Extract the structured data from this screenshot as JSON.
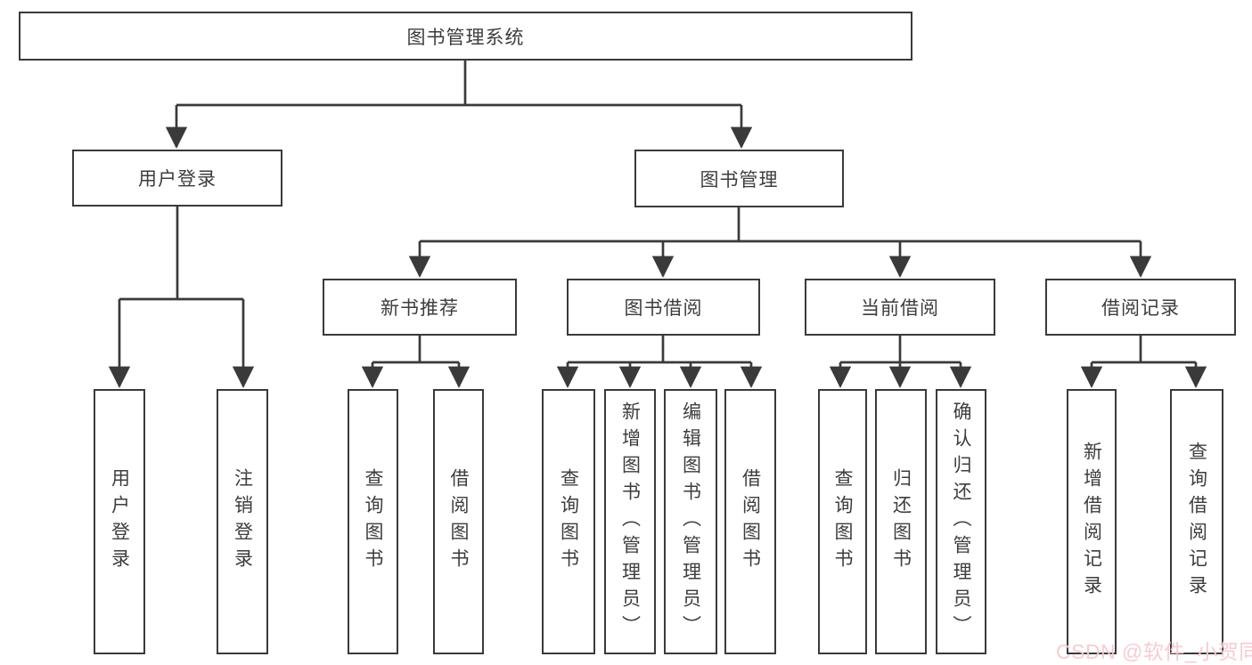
{
  "diagram": {
    "title": "图书管理系统",
    "root": "图书管理系统",
    "l2": [
      "用户登录",
      "图书管理"
    ],
    "l3": [
      "新书推荐",
      "图书借阅",
      "当前借阅",
      "借阅记录"
    ],
    "leaves_user": [
      "用户登录",
      "注销登录"
    ],
    "leaves_rec": [
      "查询图书",
      "借阅图书"
    ],
    "leaves_borrow": [
      "查询图书",
      "新增图书（管理员）",
      "编辑图书（管理员）",
      "借阅图书"
    ],
    "leaves_current": [
      "查询图书",
      "归还图书",
      "确认归还（管理员）"
    ],
    "leaves_record": [
      "新增借阅记录",
      "查询借阅记录"
    ]
  },
  "watermark": {
    "text": "CSDN @软件_小贺同学",
    "color": "#f6c9d0"
  },
  "colors": {
    "line": "#3a3a3a",
    "box_border": "#3a3a3a",
    "text": "#3d3d3d",
    "background": "#ffffff"
  }
}
